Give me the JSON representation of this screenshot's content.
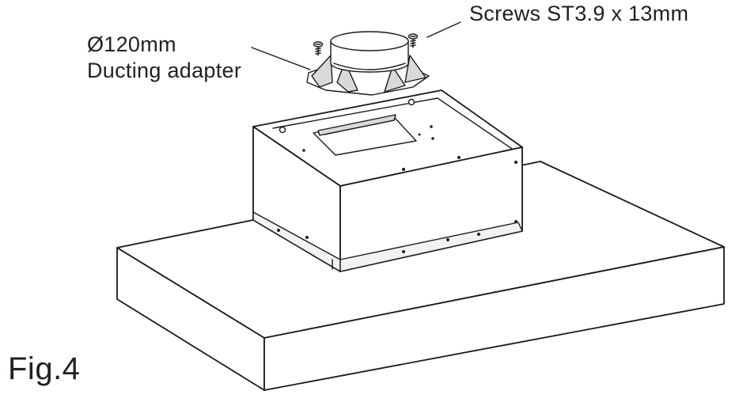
{
  "labels": {
    "screws": "Screws ST3.9 x 13mm",
    "adapter_size": "Ø120mm",
    "adapter_name": "Ducting adapter",
    "figure": "Fig.4"
  },
  "parts": [
    "hood-body",
    "motor-housing-box",
    "ducting-adapter",
    "mounting-screws"
  ],
  "colors": {
    "line": "#1a1a1a",
    "text": "#231f20",
    "background": "#ffffff"
  }
}
